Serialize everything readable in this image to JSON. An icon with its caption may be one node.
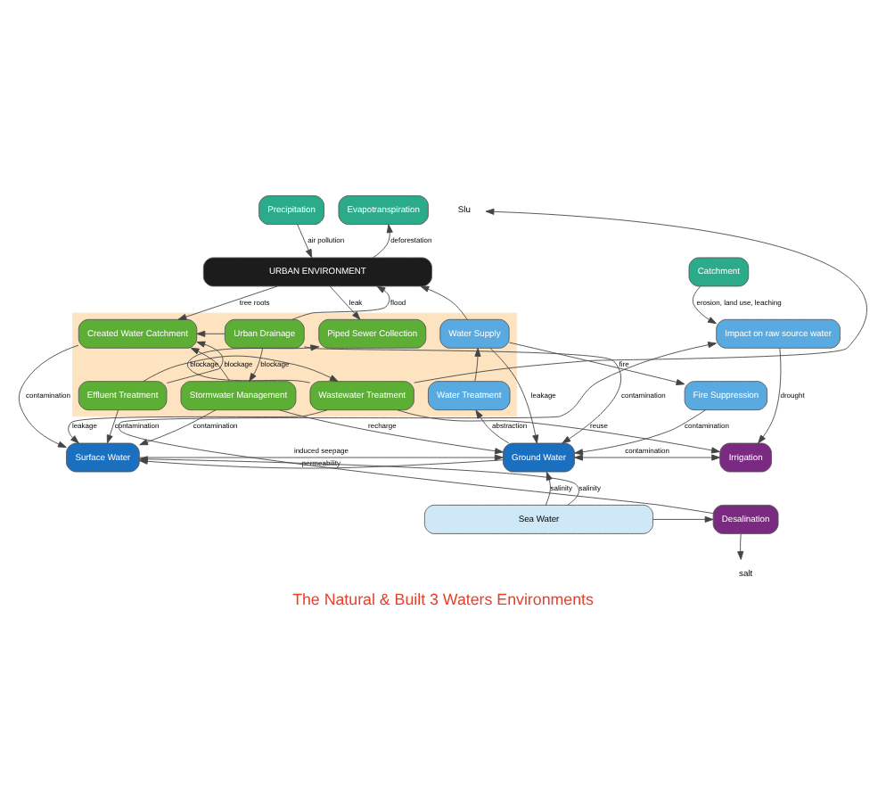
{
  "diagram": {
    "caption": "The Natural & Built 3 Waters Environments",
    "nodes": [
      {
        "text": [
          "Catchment"
        ]
      },
      {
        "text": [
          "Precipitation"
        ]
      },
      {
        "text": [
          "Evapotranspiration"
        ]
      },
      {
        "text": [
          "Impact on raw source water"
        ]
      },
      {
        "text": [
          "URBAN ENVIRONMENT"
        ]
      },
      {
        "text": [],
        "shape": "box"
      },
      {
        "text": [
          "Water Supply"
        ],
        "in": 5
      },
      {
        "text": [
          "Urban Drainage"
        ],
        "in": 5
      },
      {
        "text": [
          "Created Water Catchment"
        ],
        "in": 5
      },
      {
        "text": [
          "Piped Sewer Collection"
        ],
        "in": 5
      },
      {
        "text": [
          "Fire Suppression"
        ]
      },
      {
        "text": [
          "Water Treatment"
        ],
        "in": 5
      },
      {
        "text": [
          "Stormwater Management"
        ],
        "in": 5
      },
      {
        "text": [
          "Effluent Treatment"
        ],
        "in": 5
      },
      {
        "text": [
          "Wastewater Treatment"
        ],
        "in": 5
      },
      {
        "text": [
          "Irrigation"
        ]
      },
      {
        "text": [
          "Ground Water"
        ]
      },
      {
        "text": [
          "Surface Water"
        ]
      },
      {
        "text": [
          "Desalination"
        ]
      },
      {
        "text": [
          "Sea Water"
        ]
      },
      {
        "text": [
          "salt"
        ]
      },
      {
        "text": [
          "Slu"
        ]
      }
    ],
    "edges": [
      {
        "from": 0,
        "to": 3,
        "arrow": "to",
        "label": "erosion, land use, leaching"
      },
      {
        "from": 1,
        "to": 4,
        "arrow": "to",
        "label": "air pollution"
      },
      {
        "from": 4,
        "to": 2,
        "arrow": "to",
        "label": "deforestation"
      },
      {
        "from": 7,
        "to": 4,
        "arrow": "to",
        "label": "flood"
      },
      {
        "from": 4,
        "to": 8,
        "arrow": "to",
        "label": "tree roots"
      },
      {
        "from": 4,
        "to": 9,
        "arrow": "to",
        "label": "leak"
      },
      {
        "from": 6,
        "to": 4,
        "arrow": "to"
      },
      {
        "from": 6,
        "to": 10,
        "arrow": "to",
        "label": "fire"
      },
      {
        "from": 11,
        "to": 6,
        "arrow": "to"
      },
      {
        "from": 16,
        "to": 11,
        "arrow": "to",
        "label": "abstraction"
      },
      {
        "from": 6,
        "to": 16,
        "arrow": "to",
        "label": "leakage"
      },
      {
        "from": 10,
        "to": 16,
        "arrow": "to",
        "label": "contamination"
      },
      {
        "from": 3,
        "to": 15,
        "arrow": "to",
        "label": "drought"
      },
      {
        "from": 18,
        "to": 3,
        "arrow": "to"
      },
      {
        "from": 7,
        "to": 16,
        "arrow": "to",
        "label": "contamination"
      },
      {
        "from": 7,
        "to": 8,
        "arrow": "to"
      },
      {
        "from": 7,
        "to": 12,
        "arrow": "to",
        "label": "blockage"
      },
      {
        "from": 12,
        "to": 8,
        "arrow": "to"
      },
      {
        "from": 12,
        "to": 16,
        "arrow": "to",
        "label": "recharge"
      },
      {
        "from": 12,
        "to": 17,
        "arrow": "to",
        "label": "contamination"
      },
      {
        "from": 8,
        "to": 17,
        "arrow": "to",
        "label": "contamination"
      },
      {
        "from": 13,
        "to": 8,
        "arrow": "to",
        "label": "blockage"
      },
      {
        "from": 13,
        "to": 17,
        "arrow": "to",
        "label": "contamination"
      },
      {
        "from": 13,
        "to": 14,
        "arrow": "to"
      },
      {
        "from": 14,
        "to": 9,
        "arrow": "to",
        "label": "blockage"
      },
      {
        "from": 14,
        "to": 17,
        "arrow": "to",
        "label": "leakage"
      },
      {
        "from": 14,
        "to": 21,
        "arrow": "to"
      },
      {
        "from": 14,
        "to": 15,
        "arrow": "to",
        "label": "reuse"
      },
      {
        "from": 15,
        "to": 16,
        "arrow": "both",
        "label": "contamination"
      },
      {
        "from": 17,
        "to": 16,
        "arrow": "to",
        "label": "induced seepage"
      },
      {
        "from": 16,
        "to": 17,
        "arrow": "to",
        "label": "permeability"
      },
      {
        "from": 19,
        "to": 16,
        "arrow": "to",
        "label": "salinity"
      },
      {
        "from": 19,
        "to": 17,
        "arrow": "to",
        "label": "salinity"
      },
      {
        "from": 19,
        "to": 18,
        "arrow": "to"
      },
      {
        "from": 18,
        "to": 20,
        "arrow": "to"
      }
    ]
  }
}
